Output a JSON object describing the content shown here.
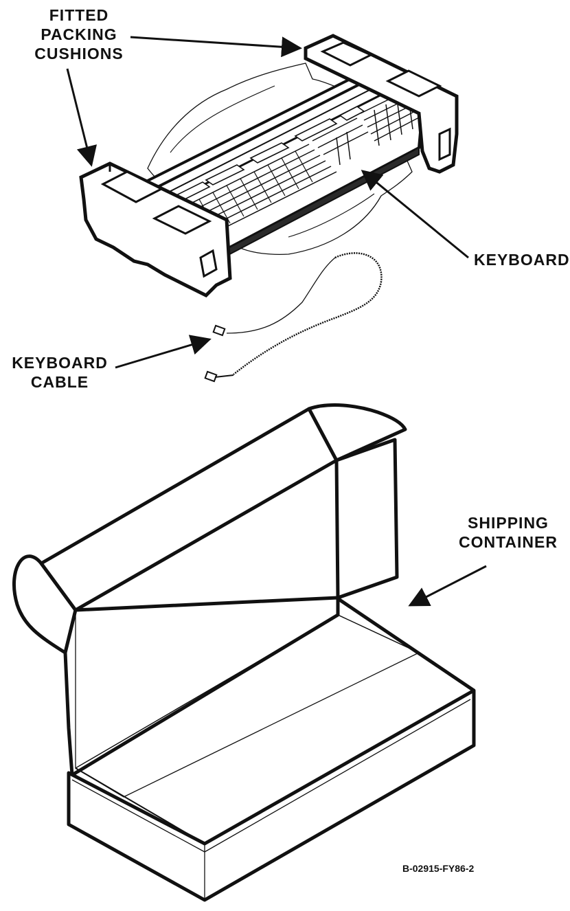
{
  "labels": {
    "fitted_packing_cushions": [
      "FITTED",
      "PACKING",
      "CUSHIONS"
    ],
    "keyboard": "KEYBOARD",
    "keyboard_cable": [
      "KEYBOARD",
      "CABLE"
    ],
    "shipping_container": [
      "SHIPPING",
      "CONTAINER"
    ]
  },
  "figure_code": "B-02915-FY86-2",
  "colors": {
    "ink": "#111111",
    "paper": "#ffffff"
  }
}
